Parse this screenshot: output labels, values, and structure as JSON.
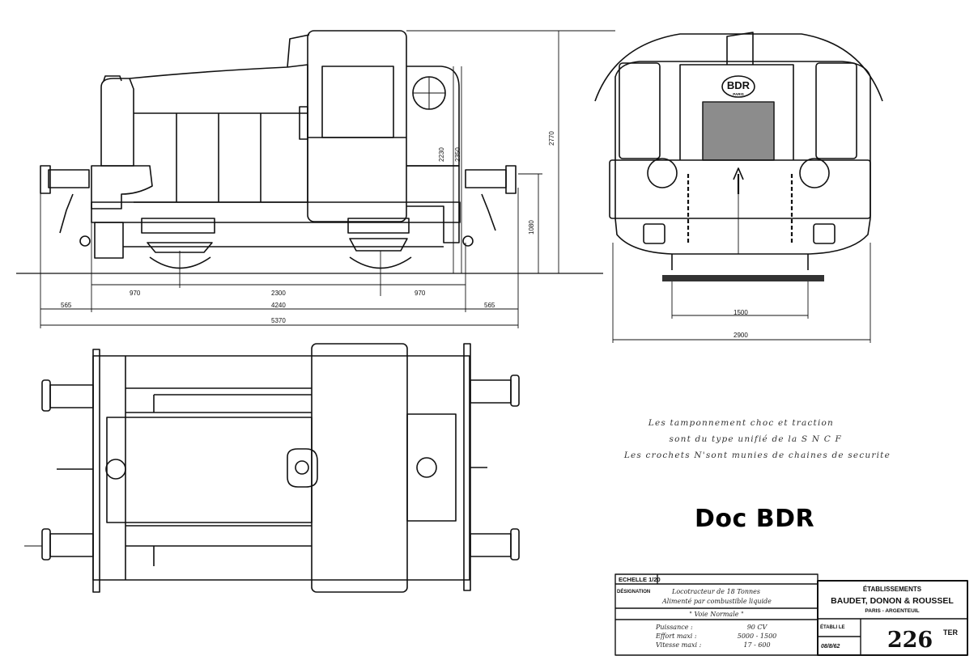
{
  "doc_label": "Doc BDR",
  "side_view": {
    "dims_bottom": [
      "970",
      "2300",
      "970"
    ],
    "dims_overall": [
      "565",
      "4240",
      "565"
    ],
    "dim_total": "5370",
    "dims_vertical": [
      "2230",
      "2350",
      "2770",
      "1080"
    ]
  },
  "front_view": {
    "badge_text": "BDR",
    "badge_sub": "PARIS",
    "dim_gauge": "1500",
    "dim_width": "2900"
  },
  "notes": [
    "Les tamponnement choc et traction",
    "sont du type unifié de la S N C F",
    "Les crochets N'sont munies de chaines de securite"
  ],
  "title_block": {
    "scale_label": "ECHELLE 1/20",
    "designation_label": "DÉSIGNATION",
    "designation_lines": [
      "Locotracteur de 18 Tonnes",
      "Alimenté par combustible liquide"
    ],
    "model": "\" Voie Normale \"",
    "spec_labels": [
      "Puissance :",
      "Effort maxi :",
      "Vitesse maxi :"
    ],
    "spec_values": [
      "90 CV",
      "5000 - 1500",
      "17 - 600"
    ],
    "company_header": "ÉTABLISSEMENTS",
    "company_name": "BAUDET, DONON & ROUSSEL",
    "company_city": "PARIS - ARGENTEUIL",
    "drawn_label": "ÉTABLI LE",
    "drawn_date": "08/8/62",
    "drawing_number": "226",
    "drawing_suffix": "TER"
  }
}
